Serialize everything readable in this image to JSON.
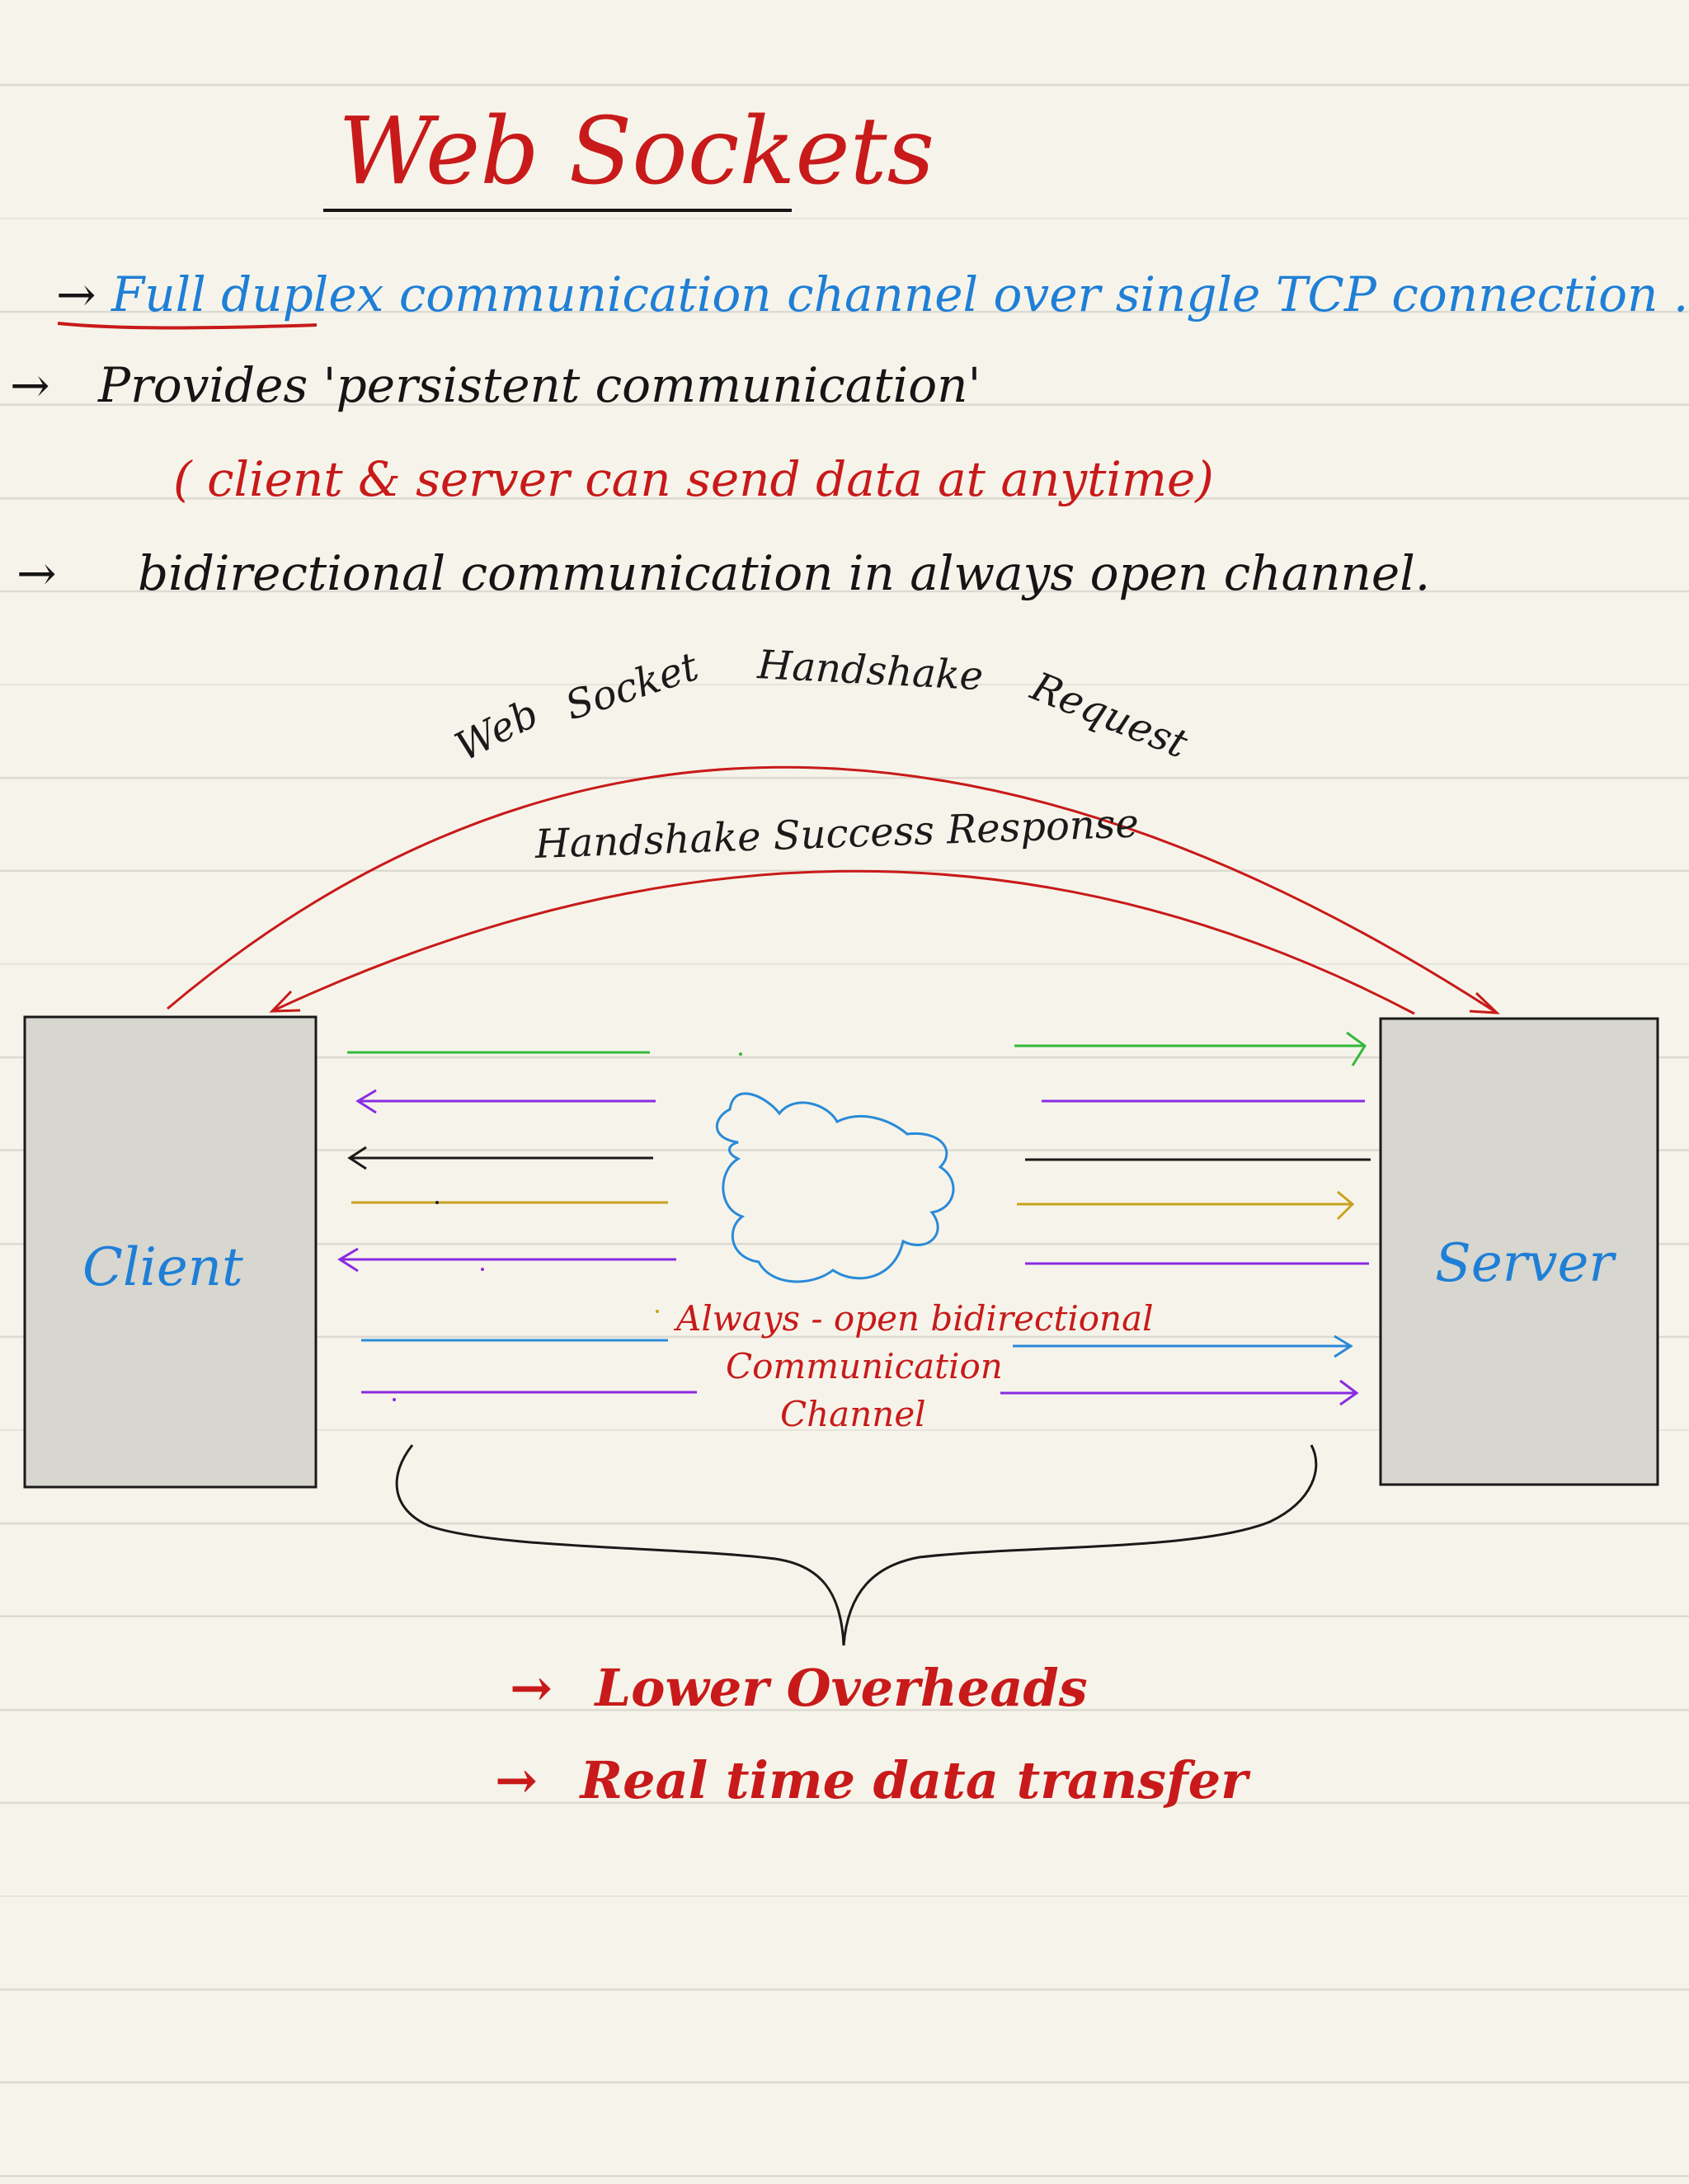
{
  "title": "Web Sockets",
  "points": [
    {
      "arrow": "→",
      "text_emph": "Full duplex",
      "text": "communication channel over single TCP connection ."
    },
    {
      "arrow": "→",
      "text": "Provides 'persistent communication'"
    },
    {
      "text": "( client & server can send data at anytime)"
    },
    {
      "arrow": "→",
      "text": "bidirectional communication in always open channel."
    }
  ],
  "diagram": {
    "client_label": "Client",
    "server_label": "Server",
    "request_words": [
      "Web",
      "Socket",
      "Handshake",
      "Request"
    ],
    "response_label": "Handshake Success Response",
    "channel_lines": [
      "Always - open bidirectional",
      "Communication",
      "Channel"
    ],
    "colors": {
      "request_arc": "#c81a1a",
      "box_fill": "#d7d6cf",
      "cloud": "#2a8ad8",
      "green": "#34b83a",
      "purple": "#8a2be2",
      "black": "#1a1a1a",
      "olive": "#c9a21f",
      "blue": "#2a8ad8"
    }
  },
  "benefits": [
    {
      "arrow": "→",
      "text": "Lower Overheads"
    },
    {
      "arrow": "→",
      "text": "Real time data transfer"
    }
  ]
}
